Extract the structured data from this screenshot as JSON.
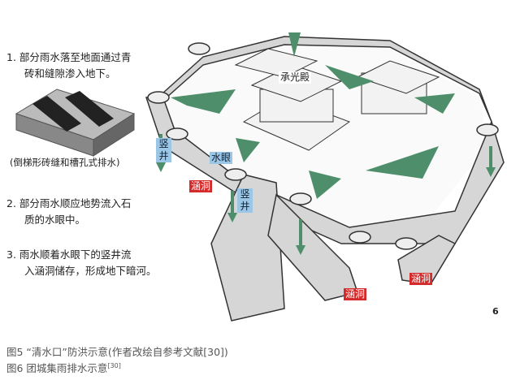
{
  "steps": [
    {
      "line1": "1. 部分雨水落至地面通过青",
      "line2": "砖和缝隙渗入地下。"
    },
    {
      "line1": "2. 部分雨水顺应地势流入石",
      "line2": "质的水眼中。"
    },
    {
      "line1": "3. 雨水顺着水眼下的竖井流",
      "line2": "入涵洞储存，形成地下暗河。"
    }
  ],
  "brick_caption": "(倒梯形砖缝和槽孔式排水)",
  "labels": {
    "hall": "承光殿",
    "shaft1": "竖井",
    "shaft2": "竖井",
    "water_eye": "水眼",
    "culvert1": "涵洞",
    "culvert2": "涵洞",
    "culvert3": "涵洞"
  },
  "figure_number": "6",
  "captions": {
    "fig5": "图5 “清水口”防洪示意(作者改绘自参考文献[30])",
    "fig6": "图6 团城集雨排水示意",
    "fig6_ref": "[30]"
  },
  "colors": {
    "arrow": "#4e8e6a",
    "wall": "#d6d6d6",
    "shaft_label": "#9cc6e6",
    "culvert_label": "#d42a2a"
  }
}
